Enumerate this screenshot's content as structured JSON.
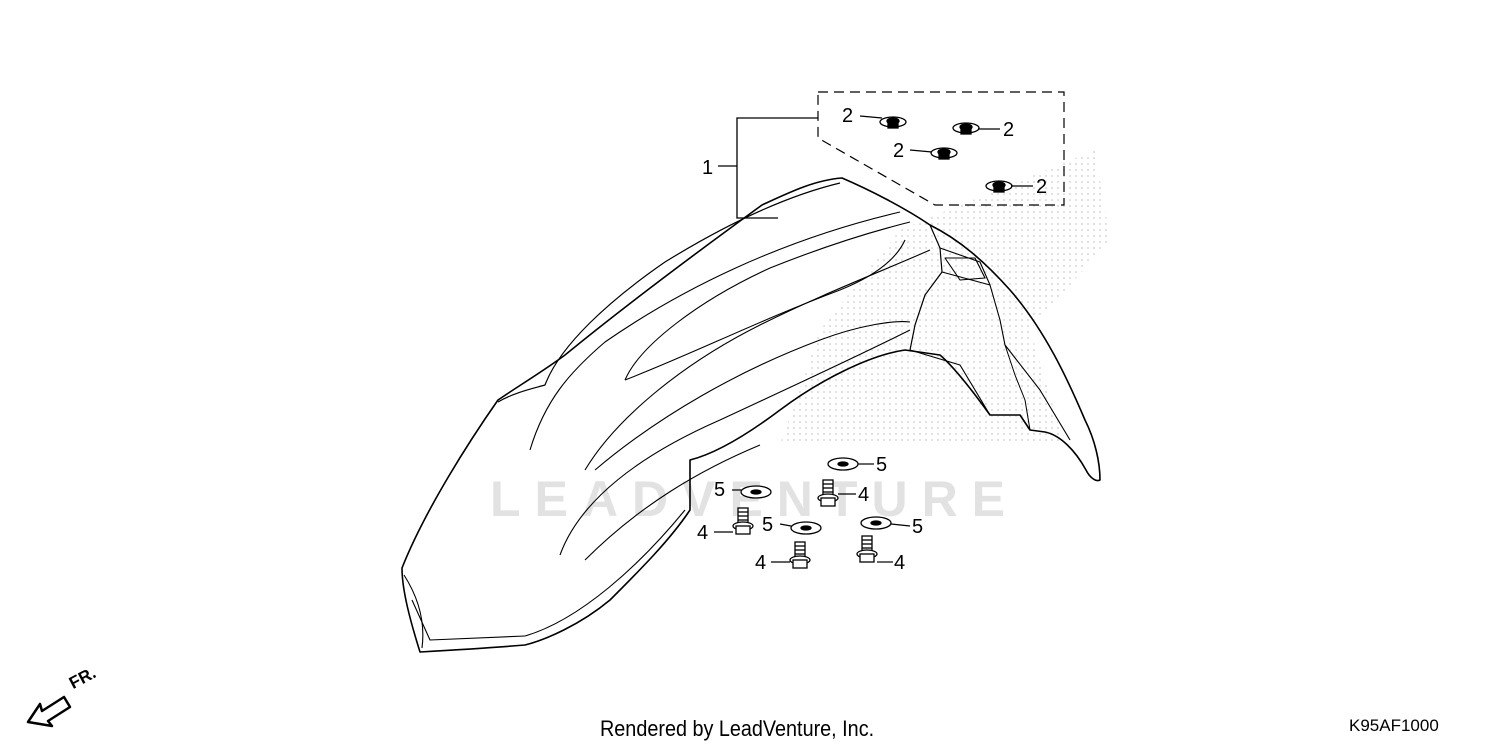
{
  "diagram": {
    "callouts": {
      "kit": "1",
      "nut": "2",
      "bolt": "4",
      "washer": "5"
    },
    "footer": {
      "credit": "Rendered by LeadVenture, Inc.",
      "code": "K95AF1000"
    },
    "front_indicator": "FR.",
    "watermark": "LEADVENTURE"
  }
}
